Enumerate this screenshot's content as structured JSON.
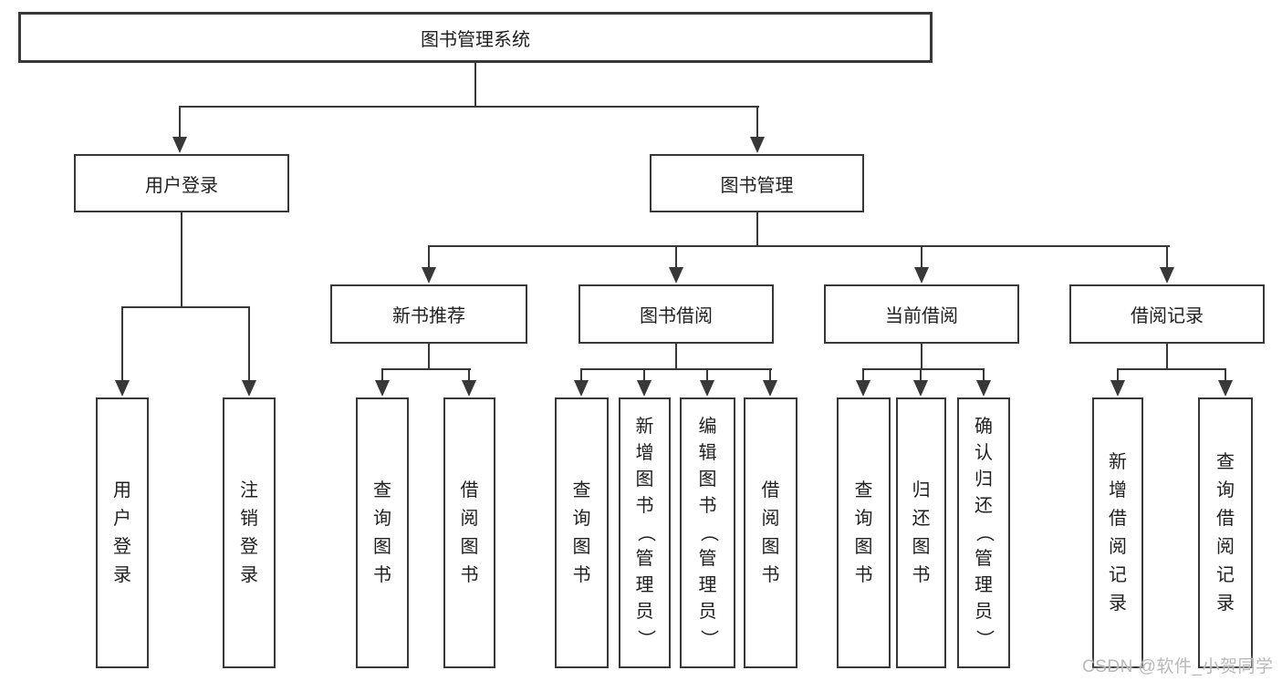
{
  "diagram": {
    "type": "tree",
    "root": "图书管理系统",
    "level2": [
      "用户登录",
      "图书管理"
    ],
    "level3": [
      "新书推荐",
      "图书借阅",
      "当前借阅",
      "借阅记录"
    ],
    "leaves": [
      "用户登录",
      "注销登录",
      "查询图书",
      "借阅图书",
      "查询图书",
      "新增图书（管理员）",
      "编辑图书（管理员）",
      "借阅图书",
      "查询图书",
      "归还图书",
      "确认归还（管理员）",
      "新增借阅记录",
      "查询借阅记录"
    ],
    "edges": [
      [
        "图书管理系统",
        "用户登录"
      ],
      [
        "图书管理系统",
        "图书管理"
      ],
      [
        "用户登录",
        "用户登录(叶)"
      ],
      [
        "用户登录",
        "注销登录"
      ],
      [
        "图书管理",
        "新书推荐"
      ],
      [
        "图书管理",
        "图书借阅"
      ],
      [
        "图书管理",
        "当前借阅"
      ],
      [
        "图书管理",
        "借阅记录"
      ],
      [
        "新书推荐",
        "查询图书"
      ],
      [
        "新书推荐",
        "借阅图书"
      ],
      [
        "图书借阅",
        "查询图书"
      ],
      [
        "图书借阅",
        "新增图书（管理员）"
      ],
      [
        "图书借阅",
        "编辑图书（管理员）"
      ],
      [
        "图书借阅",
        "借阅图书"
      ],
      [
        "当前借阅",
        "查询图书"
      ],
      [
        "当前借阅",
        "归还图书"
      ],
      [
        "当前借阅",
        "确认归还（管理员）"
      ],
      [
        "借阅记录",
        "新增借阅记录"
      ],
      [
        "借阅记录",
        "查询借阅记录"
      ]
    ]
  },
  "watermark": "CSDN @软件_小贺同学",
  "colors": {
    "line": "#383838",
    "text": "#1f1f1f",
    "background": "#ffffff",
    "watermark": "#b9b9b9"
  }
}
